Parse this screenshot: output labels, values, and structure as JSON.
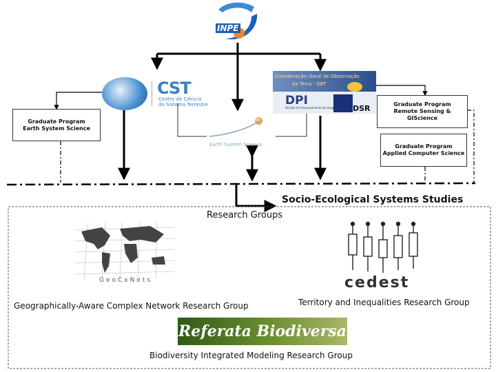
{
  "org": {
    "name": "INPE"
  },
  "centers": {
    "cst": {
      "abbr": "CST",
      "line1": "Centro de Ciência",
      "line2": "do Sistema Terrestre"
    },
    "obt": {
      "line1": "Coordenação-Geral de Observação",
      "line2": "da Terra - OBT",
      "dpi": "DPI",
      "dpi_sub": "Divisão de Processamento de Imagens",
      "dsr": "DSR"
    },
    "ess": {
      "name": "Earth System Science"
    }
  },
  "programs": {
    "earth": {
      "label": "Graduate Program Earth System Science"
    },
    "remote": {
      "label": "Graduate Program Remote Sensing & GIScience"
    },
    "applied": {
      "label": "Graduate Program Applied Computer Science"
    }
  },
  "section": {
    "title": "Socio-Ecological Systems Studies",
    "subtitle": "Research Groups"
  },
  "groups": {
    "geocxnets": {
      "logo": "GeoCxNets",
      "label": "Geographically-Aware Complex Network Research Group"
    },
    "cedest": {
      "logo": "cedest",
      "label": "Territory and Inequalities Research Group"
    },
    "biodiversa": {
      "logo": "Referata Biodiversa",
      "label": "Biodiversity Integrated Modeling Research Group"
    }
  },
  "colors": {
    "inpe_blue": "#1f5fb8",
    "inpe_orange": "#f08a1c",
    "biodiversa_green": "#3d6b1f"
  }
}
